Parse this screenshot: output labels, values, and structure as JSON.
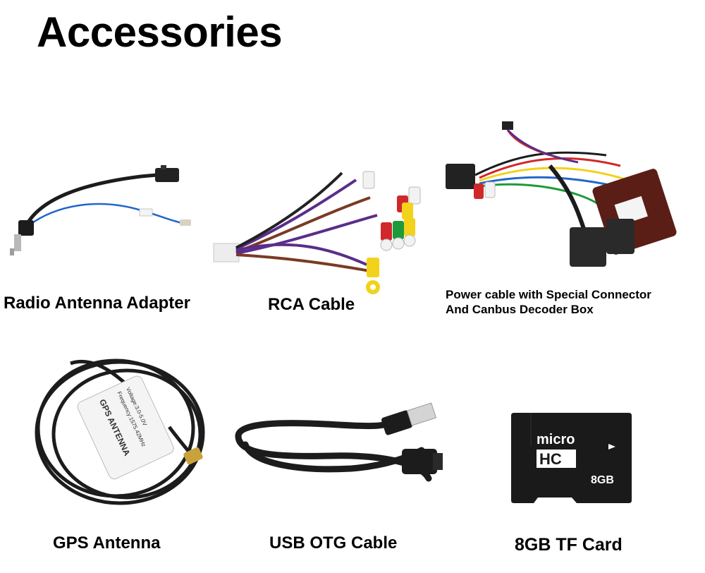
{
  "page": {
    "title": "Accessories"
  },
  "items": [
    {
      "label": "Radio Antenna Adapter",
      "icon": "radio-antenna-adapter-photo"
    },
    {
      "label": "RCA Cable",
      "icon": "rca-cable-photo"
    },
    {
      "label_lines": [
        "Power cable with Special Connector",
        "And Canbus Decoder Box"
      ],
      "icon": "power-cable-photo"
    },
    {
      "label": "GPS Antenna",
      "icon": "gps-antenna-photo",
      "sticker_lines": [
        "Voltage:3.0-5.0V",
        "Frequency:1575.42MHz",
        "GPS ANTENNA"
      ]
    },
    {
      "label": "USB OTG Cable",
      "icon": "usb-otg-cable-photo"
    },
    {
      "label": "8GB TF Card",
      "icon": "tf-card-photo",
      "card_text": {
        "brand_top": "micro",
        "brand_bottom": "HC",
        "capacity": "8GB"
      }
    }
  ],
  "colors": {
    "background": "#ffffff",
    "text": "#000000",
    "card_body": "#1a1a1a",
    "cable_black": "#1c1c1c",
    "rca_red": "#d0282a",
    "rca_white": "#f2f2f2",
    "rca_yellow": "#f2d21a",
    "rca_green": "#1e9a3a",
    "wire_blue": "#2266cc",
    "wire_purple": "#5a2d8a",
    "decoder_brown": "#5a1e16"
  }
}
